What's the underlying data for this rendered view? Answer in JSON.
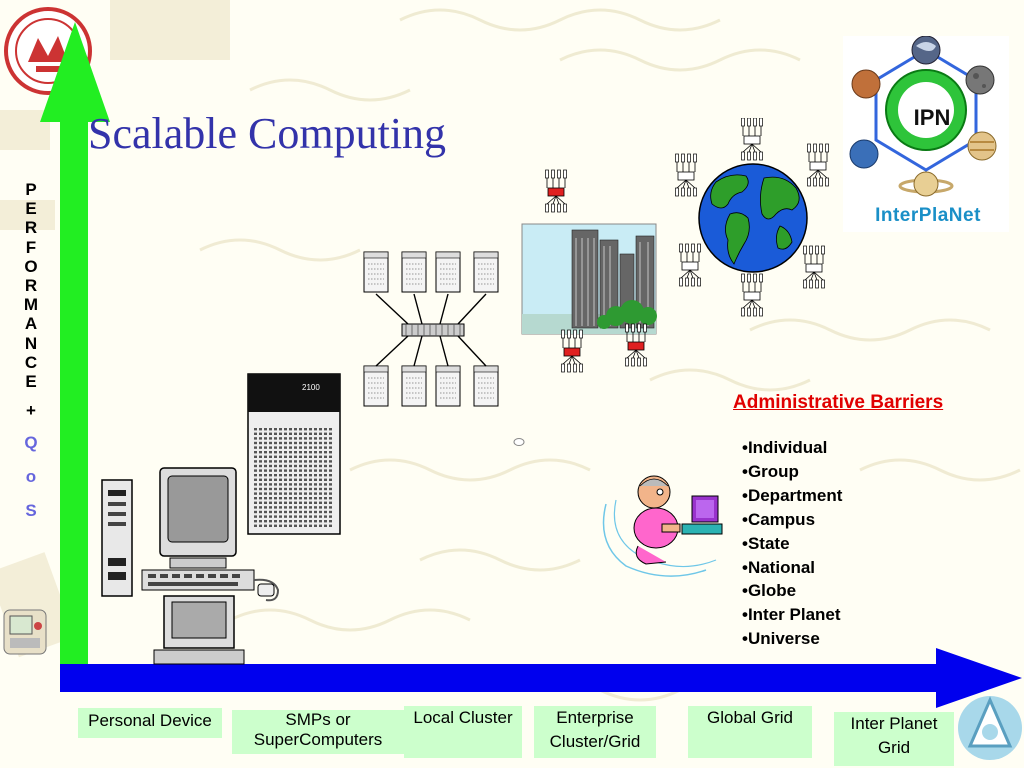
{
  "slide": {
    "title": "Scalable Computing",
    "axis_label": {
      "letters": [
        "P",
        "E",
        "R",
        "F",
        "O",
        "R",
        "M",
        "A",
        "N",
        "C",
        "E"
      ],
      "plus": "+",
      "qos": [
        "Q",
        "o",
        "S"
      ]
    },
    "barriers": {
      "title": "Administrative Barriers",
      "items": [
        "•Individual",
        "•Group",
        "•Department",
        "•Campus",
        "•State",
        "•National",
        "•Globe",
        "•Inter Planet",
        "•Universe"
      ]
    },
    "categories": [
      {
        "label": "Personal Device"
      },
      {
        "label": "SMPs or SuperComputers"
      },
      {
        "label": "Local Cluster"
      },
      {
        "label": "Enterprise Cluster/Grid"
      },
      {
        "label": "Global Grid"
      },
      {
        "label": "Inter Planet Grid"
      }
    ],
    "logo": {
      "ipn": "IPN",
      "name": "InterPlaNet"
    },
    "server_label": "2100"
  },
  "icons": [
    "university-seal-icon",
    "personal-computer-icon",
    "tower-server-icon",
    "supercomputer-icon",
    "cluster-switch-icon",
    "enterprise-building-icon",
    "globe-network-icon",
    "person-at-computer-icon",
    "planet-network-icon",
    "handheld-device-icon",
    "grid-logo-icon"
  ],
  "colors": {
    "arrow_green": "#22ee22",
    "arrow_blue": "#0000ee",
    "title": "#3333aa",
    "barrier_title": "#e00000",
    "category_bg": "#ccffcc",
    "qos": "#6666dd",
    "ipn_text": "#1a8fc7"
  }
}
